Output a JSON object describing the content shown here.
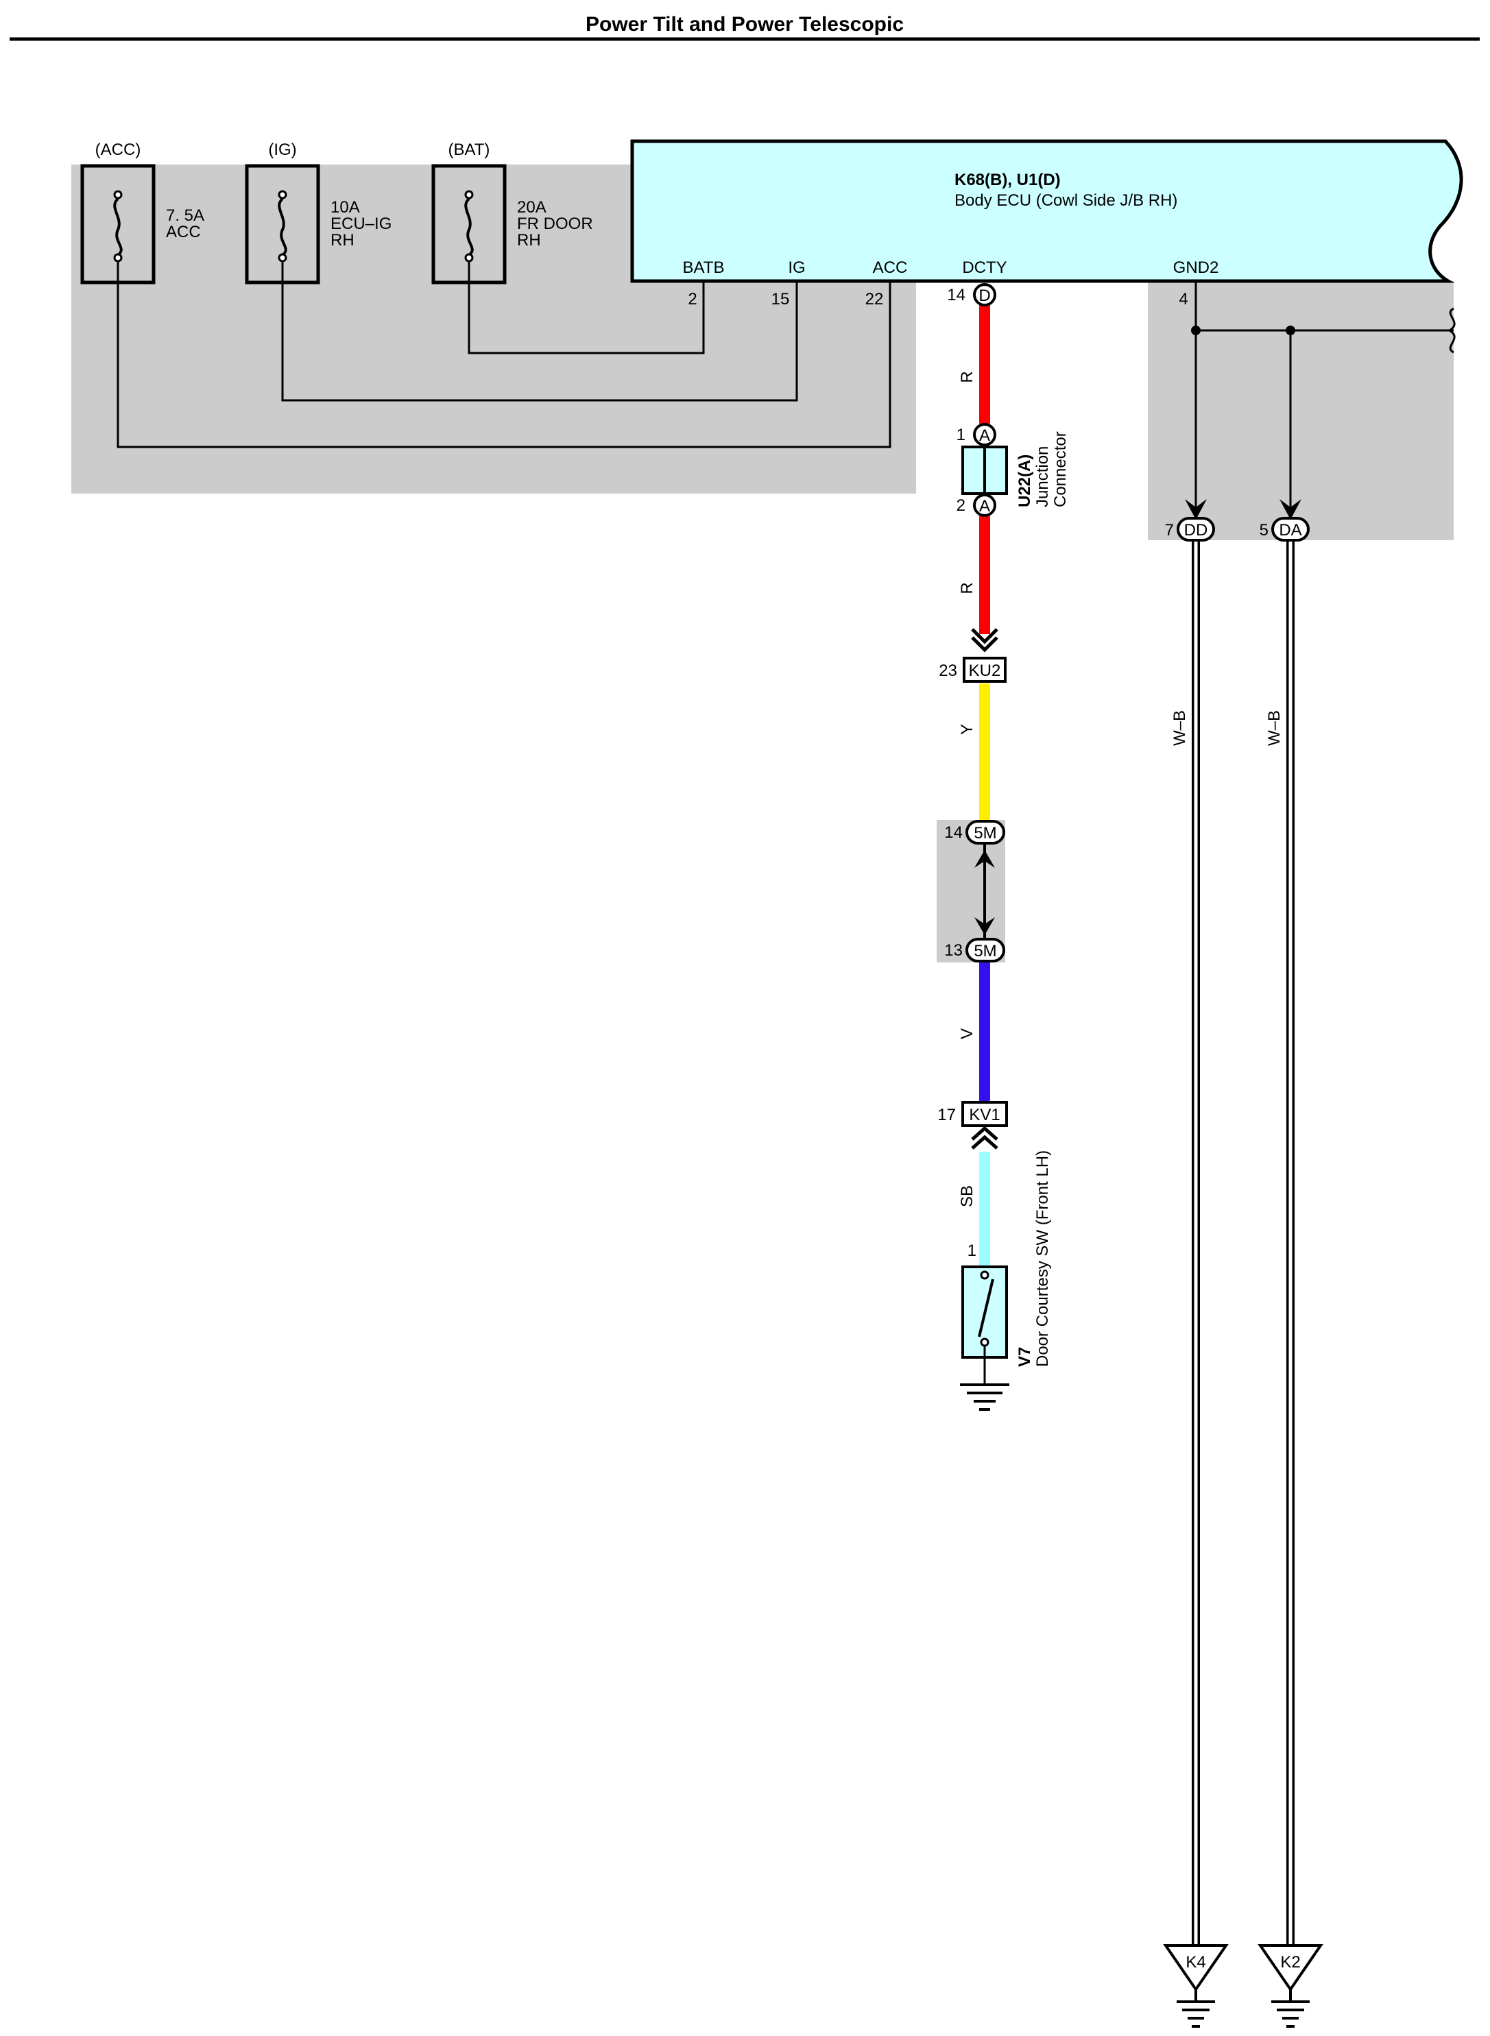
{
  "title": "Power Tilt and Power Telescopic",
  "colors": {
    "background": "#ffffff",
    "shade": "#cccccc",
    "ecu_fill": "#ccffff",
    "wire_red": "#ff0000",
    "wire_yellow": "#ffee00",
    "wire_violet": "#3311ee",
    "wire_skyblue": "#99ffff",
    "wire_black": "#000000"
  },
  "fuses": [
    {
      "supply": "(ACC)",
      "rating": "7. 5A",
      "name": "ACC",
      "name2": ""
    },
    {
      "supply": "(IG)",
      "rating": "10A",
      "name": "ECU–IG",
      "name2": "RH"
    },
    {
      "supply": "(BAT)",
      "rating": "20A",
      "name": "FR DOOR",
      "name2": "RH"
    }
  ],
  "ecu": {
    "connectors": "K68(B), U1(D)",
    "name": "Body ECU (Cowl Side J/B RH)",
    "pins": [
      {
        "name": "BATB",
        "number": "2"
      },
      {
        "name": "IG",
        "number": "15"
      },
      {
        "name": "ACC",
        "number": "22"
      },
      {
        "name": "DCTY",
        "number": "14",
        "connector": "D"
      },
      {
        "name": "GND2",
        "number": "4"
      }
    ]
  },
  "junction": {
    "code": "U22(A)",
    "name1": "Junction",
    "name2": "Connector",
    "pin_in": "1",
    "pin_out": "2",
    "connector": "A"
  },
  "connectors": {
    "ku2": {
      "pin": "23",
      "code": "KU2"
    },
    "m5_upper": {
      "pin": "14",
      "code": "5M"
    },
    "m5_lower": {
      "pin": "13",
      "code": "5M"
    },
    "kv1": {
      "pin": "17",
      "code": "KV1"
    },
    "dd": {
      "pin": "7",
      "code": "DD"
    },
    "da": {
      "pin": "5",
      "code": "DA"
    }
  },
  "wires": {
    "seg1": "R",
    "seg2": "R",
    "seg3": "Y",
    "seg4": "V",
    "seg5": "SB",
    "ground1": "W–B",
    "ground2": "W–B"
  },
  "switch": {
    "code": "V7",
    "name": "Door Courtesy SW (Front LH)",
    "pin": "1"
  },
  "grounds": [
    {
      "code": "K4"
    },
    {
      "code": "K2"
    }
  ]
}
